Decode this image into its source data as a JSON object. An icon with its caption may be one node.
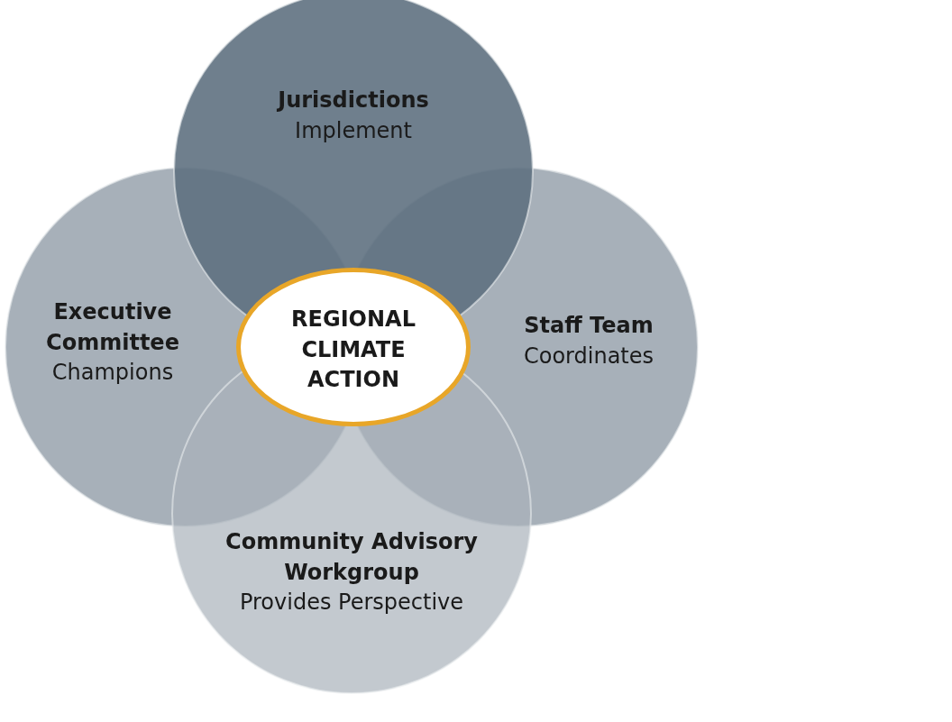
{
  "diagram": {
    "nodes": [
      {
        "text": [
          "Jurisdictions",
          "Implement"
        ]
      },
      {
        "text": [
          "Executive Committee",
          "Champions"
        ]
      },
      {
        "text": [
          "REGIONAL CLIMATE ACTION"
        ]
      },
      {
        "text": [
          "Staff Team",
          "Coordinates"
        ]
      },
      {
        "text": [
          "Community Advisory Workgroup",
          "Provides Perspective"
        ]
      }
    ]
  }
}
